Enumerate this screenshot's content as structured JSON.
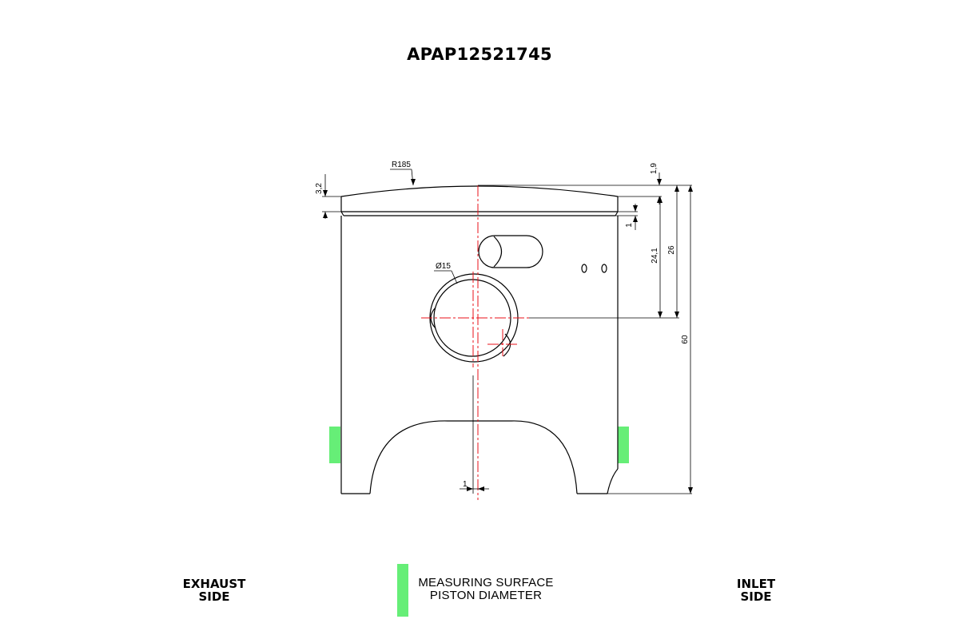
{
  "title": "APAP12521745",
  "colors": {
    "measuring_surface": "#66ee77",
    "centerline": "#e8111a",
    "outline": "#000000"
  },
  "dimensions": {
    "crown_radius": "R185",
    "ring_land": "3,2",
    "crown_offset": "1,9",
    "ring_groove": "1",
    "pin_height_a": "24,1",
    "pin_height_b": "26",
    "total_height": "60",
    "pin_bore": "Ø15",
    "pin_offset": "1"
  },
  "labels": {
    "exhaust": {
      "line1": "EXHAUST",
      "line2": "SIDE"
    },
    "inlet": {
      "line1": "INLET",
      "line2": "SIDE"
    },
    "legend": {
      "line1": "MEASURING SURFACE",
      "line2": "PISTON DIAMETER"
    }
  }
}
